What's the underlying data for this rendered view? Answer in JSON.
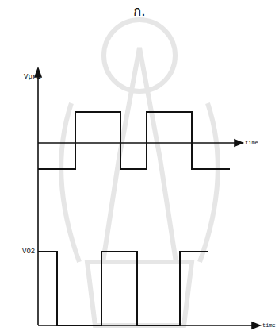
{
  "diagram": {
    "labels": [
      "ก.",
      "Vpri",
      "time",
      "VO2",
      "time"
    ]
  }
}
